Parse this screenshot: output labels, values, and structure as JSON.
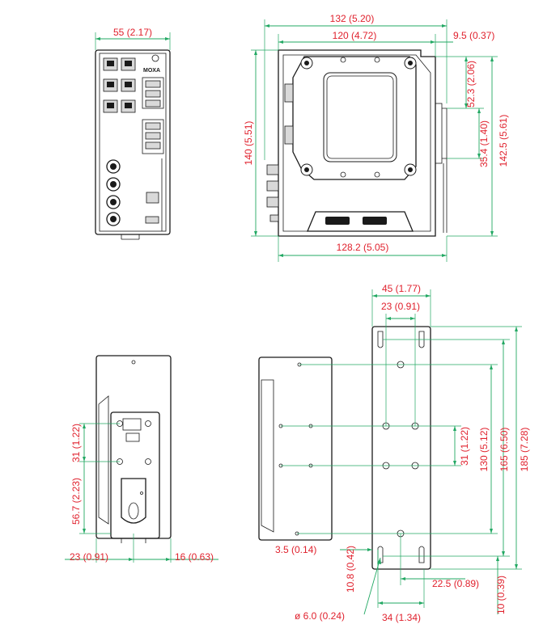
{
  "front_view": {
    "width_label": "55 (2.17)",
    "logo_text": "MOXA"
  },
  "side_view": {
    "overall_width_label": "132 (5.20)",
    "body_width_label": "120 (4.72)",
    "rail_offset_label": "9.5 (0.37)",
    "height_label": "140 (5.51)",
    "upper_offset_label": "52.3 (2.06)",
    "rail_height_label": "35.4 (1.40)",
    "overall_height_label": "142.5 (5.61)",
    "base_width_label": "128.2 (5.05)"
  },
  "rear_view": {
    "hole_spacing_label": "31 (1.22)",
    "rail_clip_label": "56.7 (2.23)",
    "left_offset_label": "23 (0.91)",
    "right_offset_label": "16 (0.63)"
  },
  "wall_mount_view": {
    "plate_width_label": "45 (1.77)",
    "slot_spacing_label": "23 (0.91)",
    "hole_spacing_label": "31 (1.22)",
    "hole_height_label": "130 (5.12)",
    "plate_height_label": "165 (6.50)",
    "overall_height_label": "185 (7.28)",
    "edge_offset_label": "3.5 (0.14)",
    "slot_height_label": "10.8 (0.42)",
    "hole_diameter_label": "ø 6.0 (0.24)",
    "slot_offset_label": "22.5 (0.89)",
    "bottom_offset_label": "10 (0.39)",
    "base_width_label": "34 (1.34)"
  }
}
